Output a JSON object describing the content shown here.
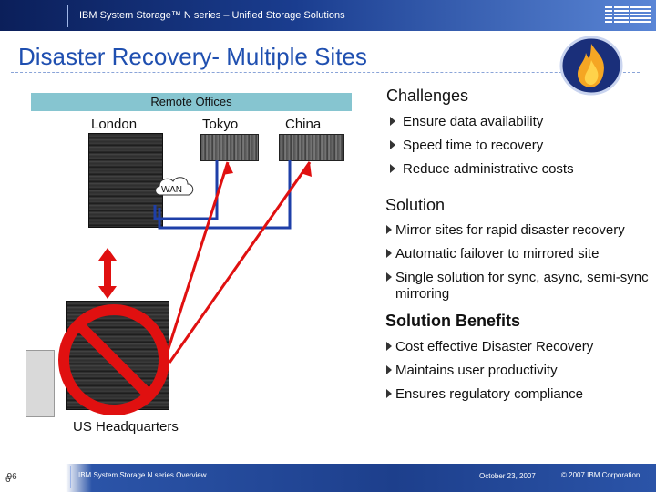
{
  "header": {
    "title": "IBM System Storage™ N series – Unified Storage Solutions",
    "logo_text": "IBM"
  },
  "slide": {
    "title": "Disaster Recovery- Multiple Sites"
  },
  "diagram": {
    "remote_offices_label": "Remote Offices",
    "sites": {
      "london": "London",
      "tokyo": "Tokyo",
      "china": "China"
    },
    "wan_label": "WAN",
    "hq_label": "US Headquarters"
  },
  "challenges": {
    "heading": "Challenges",
    "items": [
      "Ensure data availability",
      "Speed time to recovery",
      "Reduce administrative costs"
    ]
  },
  "solution": {
    "heading": "Solution",
    "items": [
      "Mirror sites for rapid disaster recovery",
      "Automatic failover to mirrored site",
      "Single solution for sync, async, semi-sync mirroring"
    ]
  },
  "benefits": {
    "heading": "Solution Benefits",
    "items": [
      "Cost effective Disaster Recovery",
      "Maintains user productivity",
      "Ensures regulatory compliance"
    ]
  },
  "footer": {
    "page_number": "96",
    "page_number_prefix": "6",
    "course": "IBM System Storage N series Overview",
    "date": "October 23, 2007",
    "copyright": "© 2007 IBM Corporation"
  },
  "colors": {
    "accent_blue": "#1f4fb0",
    "arrow_red": "#e01010",
    "band_teal": "#86c5d0",
    "fire_orange": "#f5a623",
    "badge_navy": "#1a2f7a"
  },
  "icons": {
    "fire": "fire-icon",
    "no_symbol": "prohibition-icon",
    "cloud": "wan-cloud-icon"
  }
}
